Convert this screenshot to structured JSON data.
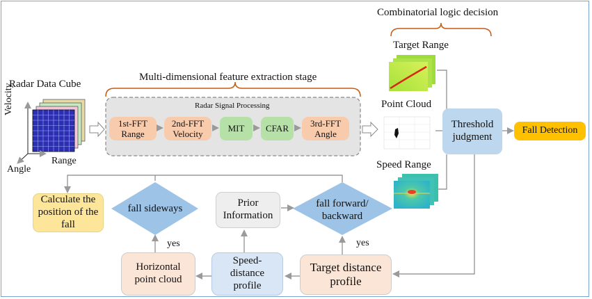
{
  "title_combinatorial": "Combinatorial logic decision",
  "title_feature_stage": "Multi-dimensional feature extraction stage",
  "radar_cube": {
    "title": "Radar Data Cube",
    "axis_velocity": "Velocity",
    "axis_range": "Range",
    "axis_angle": "Angle"
  },
  "processing": {
    "title": "Radar Signal Processing",
    "fft1": "1st-FFT\nRange",
    "fft2": "2nd-FFT\nVelocity",
    "mit": "MIT",
    "cfar": "CFAR",
    "fft3": "3rd-FFT\nAngle"
  },
  "maps": {
    "target_range": "Target Range",
    "point_cloud": "Point Cloud",
    "speed_range": "Speed Range"
  },
  "threshold": "Threshold\njudgment",
  "fall_detection": "Fall Detection",
  "bottom": {
    "calc_position": "Calculate the\nposition of the\nfall",
    "fall_sideways": "fall sideways",
    "prior_info": "Prior\nInformation",
    "fall_forward": "fall forward/\nbackward",
    "yes_left": "yes",
    "yes_right": "yes",
    "horizontal_cloud": "Horizontal\npoint cloud",
    "speed_distance": "Speed-\ndistance\nprofile",
    "target_distance": "Target distance\nprofile"
  },
  "colors": {
    "frame": "#7aa4cf",
    "brace": "#c55a11",
    "orange_box": "#f8cbad",
    "green_box": "#b5e1a8",
    "diamond": "#9dc3e6",
    "threshold_box": "#bdd7ee",
    "fall_box": "#ffc000"
  }
}
